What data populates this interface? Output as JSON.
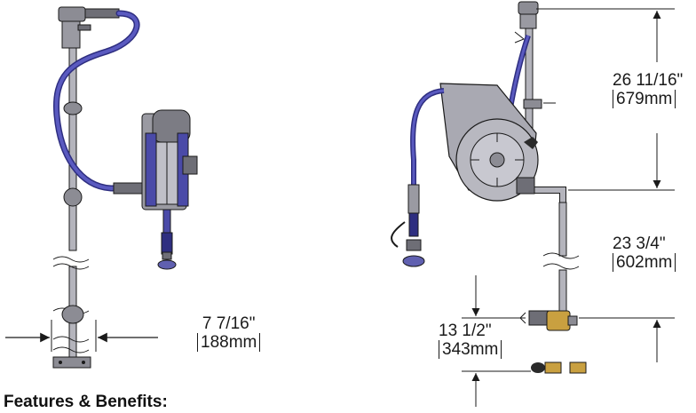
{
  "left_view": {
    "width_dim": {
      "imperial": "7 7/16\"",
      "metric": "188mm"
    }
  },
  "right_view": {
    "upper_dim": {
      "imperial": "26 11/16\"",
      "metric": "679mm"
    },
    "lower_dim": {
      "imperial": "23 3/4\"",
      "metric": "602mm"
    },
    "inlet_dim": {
      "imperial": "13 1/2\"",
      "metric": "343mm"
    }
  },
  "section": {
    "heading": "Features & Benefits:"
  },
  "colors": {
    "line": "#1a1a1a",
    "hose": "#4a4aa8",
    "hose_dark": "#2e2e80",
    "metal": "#a9a9b2",
    "metal_dark": "#6e6e76",
    "brass": "#c9a040"
  }
}
